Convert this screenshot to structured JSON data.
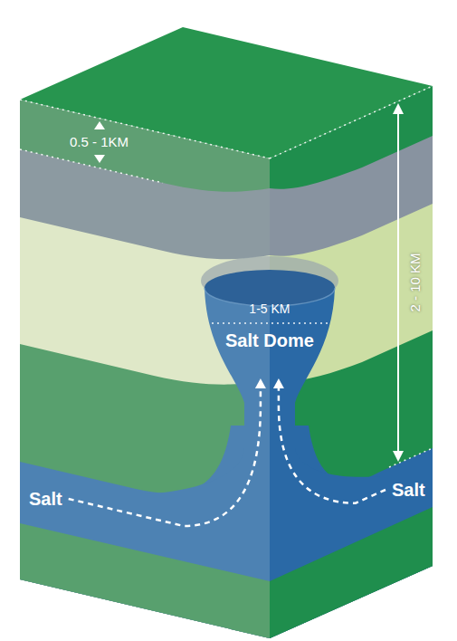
{
  "diagram": {
    "nodes": [
      {
        "text": [
          "1-5 KM",
          "Salt Dome"
        ]
      },
      {
        "text": [
          "Salt"
        ]
      },
      {
        "text": [
          "Salt"
        ]
      }
    ],
    "edges": [
      {
        "from": 1,
        "to": 0,
        "arrow": "to"
      },
      {
        "from": 2,
        "to": 0,
        "arrow": "to"
      }
    ],
    "labels": [
      "0.5 - 1KM",
      "2 - 10 KM"
    ]
  }
}
